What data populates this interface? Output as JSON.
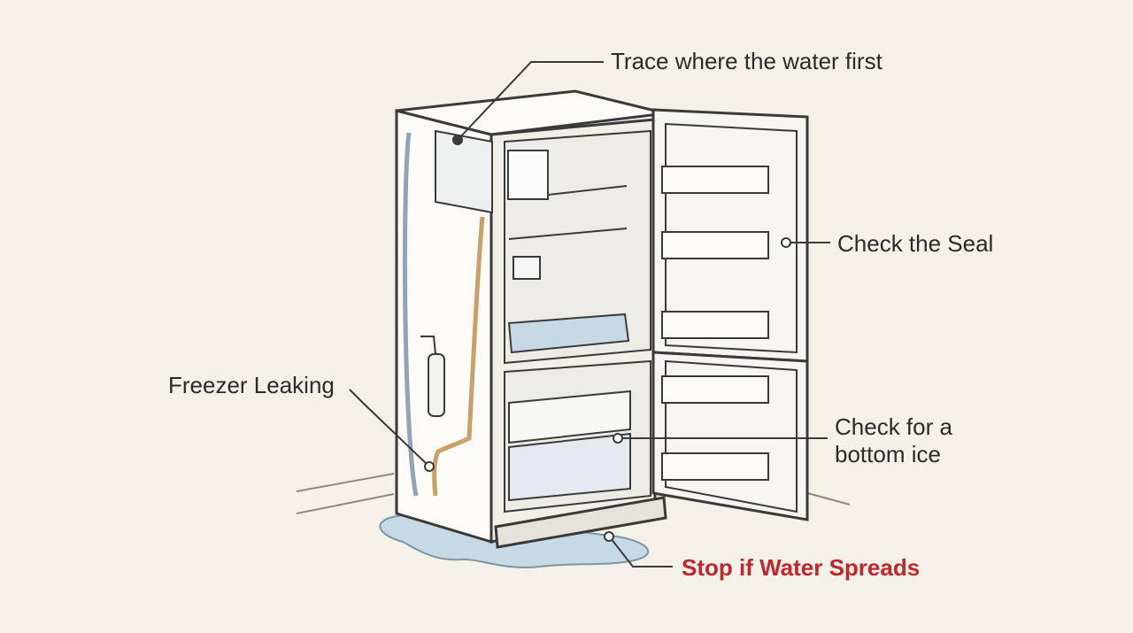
{
  "diagram": {
    "callouts": {
      "trace_water": "Trace where the water first",
      "check_seal": "Check the Seal",
      "freezer_leaking": "Freezer Leaking",
      "check_bottom_line1": "Check for a",
      "check_bottom_line2": "bottom ice",
      "stop_if_spreads": "Stop if Water Spreads"
    },
    "colors": {
      "background": "#f4f1e9",
      "outline": "#3a3a3a",
      "water": "#b9cfe0",
      "water_line": "#c9a06a",
      "warning_text": "#c0262c"
    },
    "icons": [
      "refrigerator-illustration",
      "water-puddle-icon",
      "water-filter-icon",
      "ice-maker-icon"
    ]
  }
}
